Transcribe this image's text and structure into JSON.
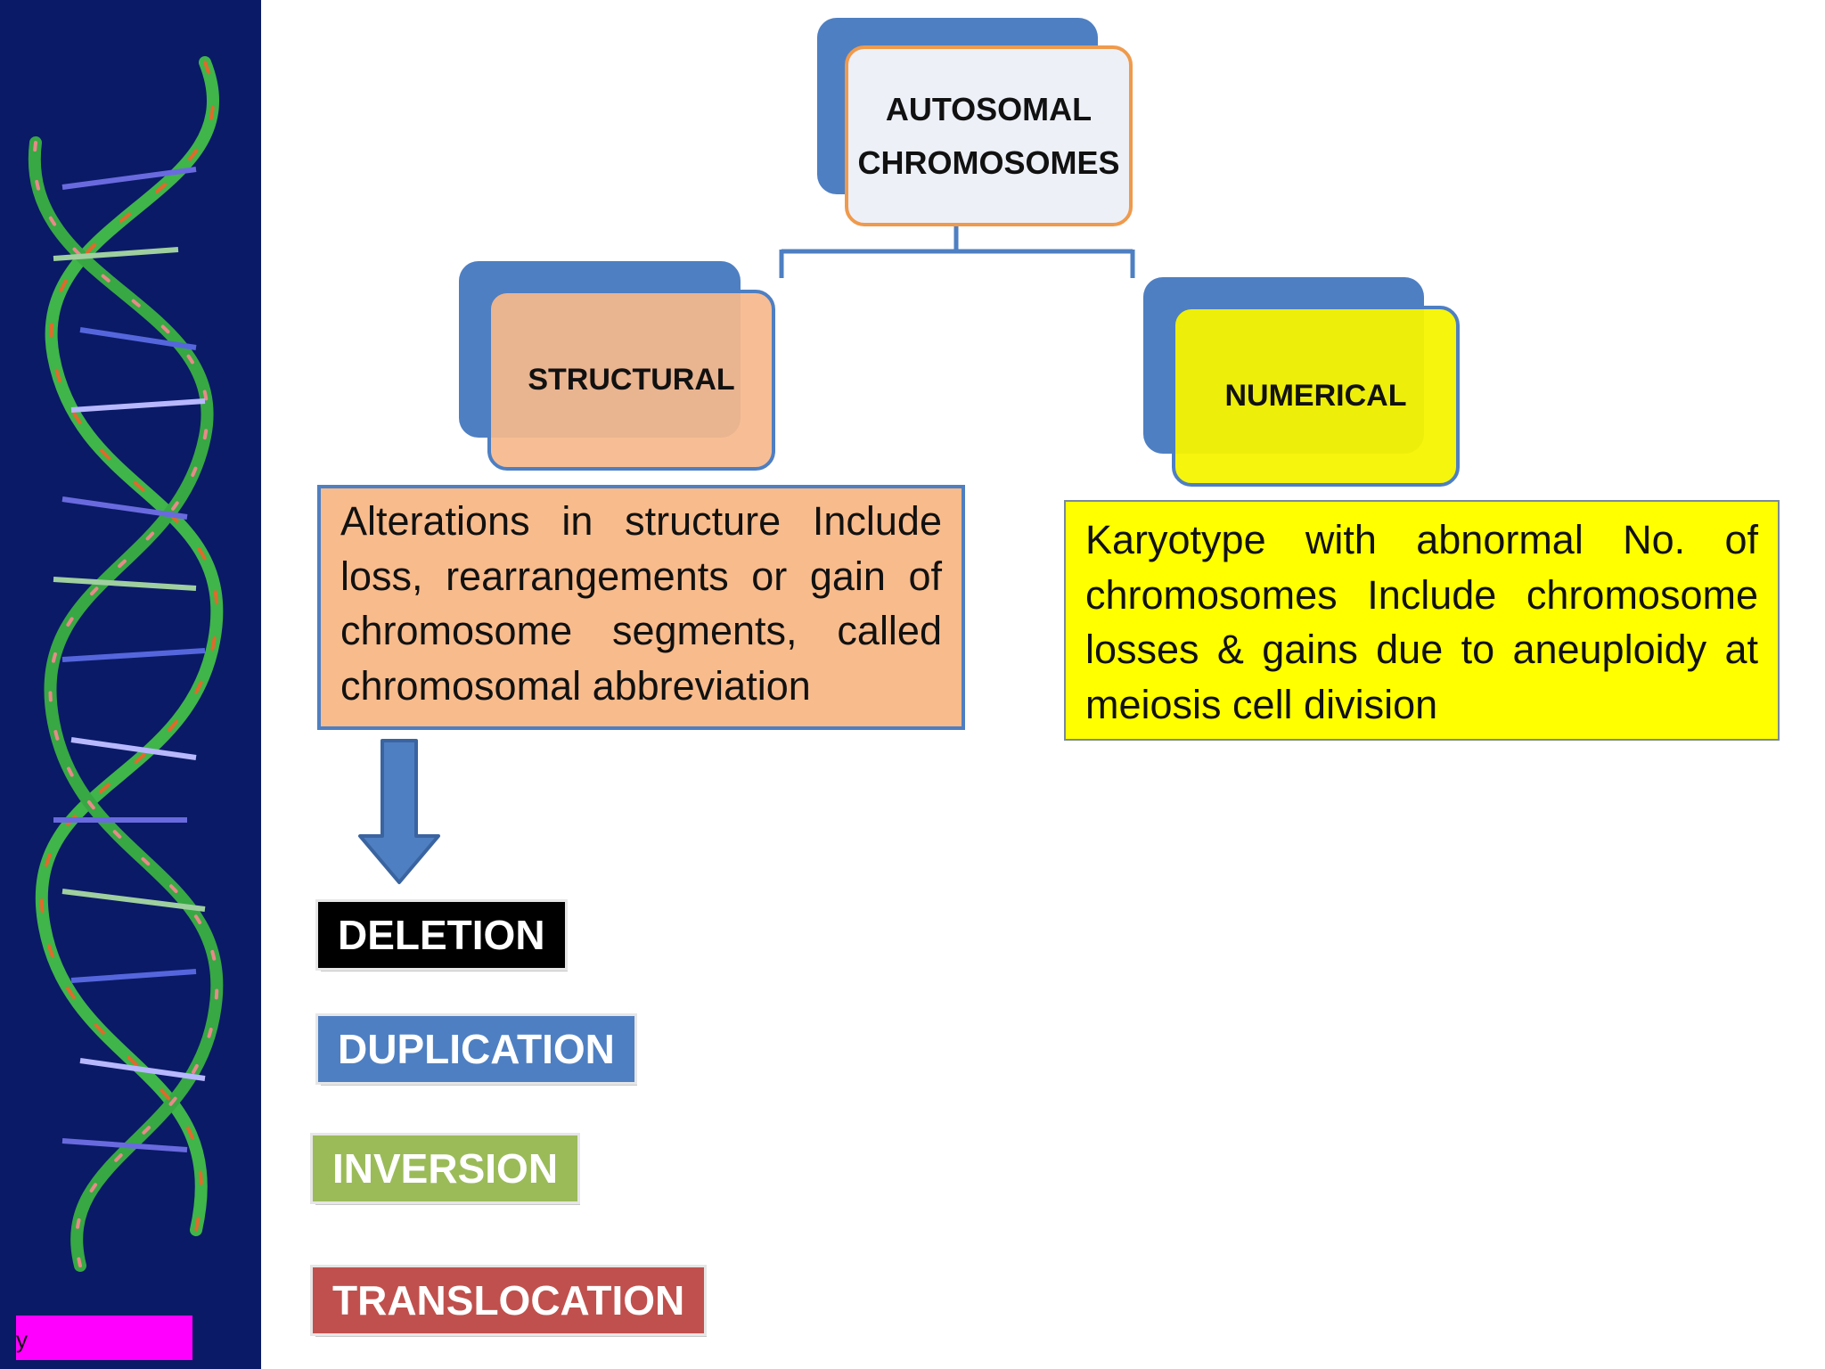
{
  "panel": {
    "background": "#0a1a66",
    "footer_tag": "y",
    "footer_color": "#ff00ff"
  },
  "root": {
    "line1": "AUTOSOMAL",
    "line2": "CHROMOSOMES"
  },
  "branches": [
    {
      "title": "STRUCTURAL",
      "description": "Alterations in structure Include loss, rearrangements or gain of chromosome segments, called chromosomal abbreviation",
      "color": "#f8bb8c"
    },
    {
      "title": "NUMERICAL",
      "description": "Karyotype with abnormal No. of chromosomes Include chromosome losses & gains due to aneuploidy at meiosis cell division",
      "color": "#ffff00"
    }
  ],
  "types": [
    {
      "label": "DELETION",
      "color": "#000000"
    },
    {
      "label": "DUPLICATION",
      "color": "#4e7fc2"
    },
    {
      "label": "INVERSION",
      "color": "#9bbb59"
    },
    {
      "label": "TRANSLOCATION",
      "color": "#c0504d"
    }
  ],
  "connector_color": "#4e7fc2"
}
